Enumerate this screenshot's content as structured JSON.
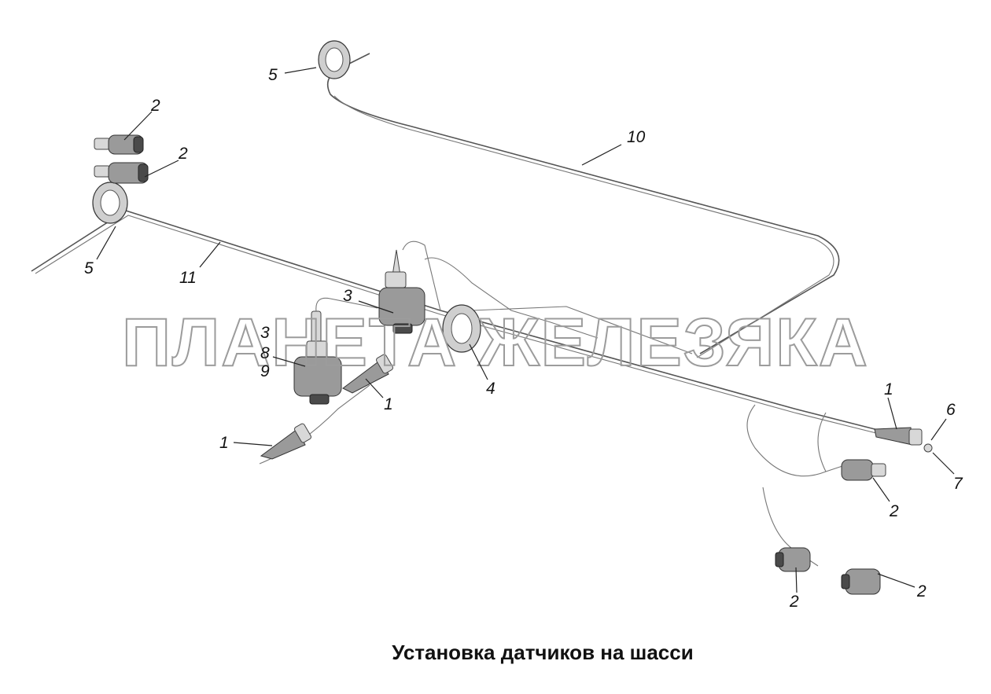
{
  "caption": "Установка датчиков на шасси",
  "watermark": "ПЛАНЕТА ЖЕЛЕЗЯКА",
  "callouts": {
    "c1a": "1",
    "c1b": "1",
    "c1c": "1",
    "c2a": "2",
    "c2b": "2",
    "c2c": "2",
    "c2d": "2",
    "c2e": "2",
    "c3a": "3",
    "c3b": "3",
    "c4": "4",
    "c5a": "5",
    "c5b": "5",
    "c6": "6",
    "c7": "7",
    "c8": "8",
    "c9": "9",
    "c10": "10",
    "c11": "11"
  }
}
